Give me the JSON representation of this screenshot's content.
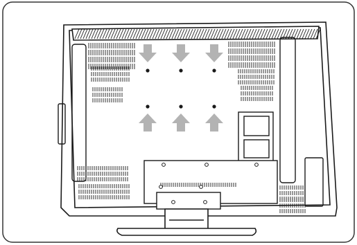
{
  "figure": {
    "subject": "tv-rear-panel-wall-mount",
    "icons": {
      "down_arrow": "arrow-down-icon",
      "up_arrow": "arrow-up-icon",
      "mount_point": "mount-hole-icon"
    },
    "colors": {
      "outline": "#1a1a1a",
      "arrow": "#b3b3b3",
      "frame_border": "#333333",
      "background": "#ffffff"
    },
    "mount_points": {
      "top_row_count": 3,
      "bottom_row_count": 3
    }
  }
}
